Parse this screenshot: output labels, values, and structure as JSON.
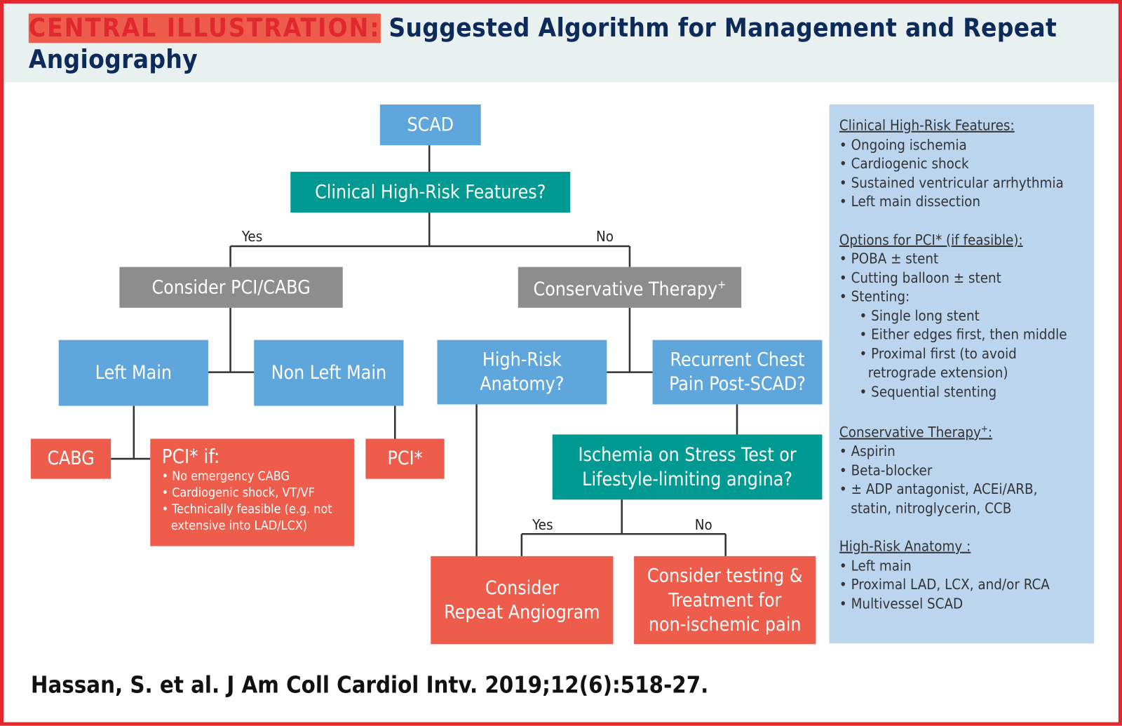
{
  "header": {
    "title_red": "CENTRAL ILLUSTRATION:",
    "title_rest": "Suggested Algorithm for Management and Repeat Angiography"
  },
  "flow": {
    "scad": "SCAD",
    "high_risk_q": "Clinical High-Risk Features?",
    "yes1": "Yes",
    "no1": "No",
    "consider_pci": "Consider PCI/CABG",
    "conservative": "Conservative Therapy",
    "conservative_sup": "+",
    "left_main": "Left Main",
    "non_left_main": "Non Left Main",
    "high_risk_anatomy_1": "High-Risk",
    "high_risk_anatomy_2": "Anatomy?",
    "recurrent_1": "Recurrent Chest",
    "recurrent_2": "Pain Post-SCAD?",
    "cabg": "CABG",
    "pci_if": {
      "heading": "PCI* if:",
      "items": [
        "• No emergency CABG",
        "• Cardiogenic shock, VT/VF",
        "• Technically feasible (e.g. not",
        "extensive into LAD/LCX)"
      ]
    },
    "pci": "PCI*",
    "ischemia_1": "Ischemia on Stress Test or",
    "ischemia_2": "Lifestyle-limiting angina?",
    "yes2": "Yes",
    "no2": "No",
    "repeat_1": "Consider",
    "repeat_2": "Repeat Angiogram",
    "testing_1": "Consider testing &",
    "testing_2": "Treatment for",
    "testing_3": "non-ischemic pain"
  },
  "side": {
    "s1_title": "Clinical High-Risk Features:",
    "s1": [
      "• Ongoing ischemia",
      "• Cardiogenic shock",
      "• Sustained ventricular arrhythmia",
      "• Left main dissection"
    ],
    "s2_title": "Options for PCI* (if feasible):",
    "s2": [
      "• POBA ± stent",
      "• Cutting balloon ± stent",
      "• Stenting:"
    ],
    "s2_sub": [
      "• Single long stent",
      "• Either edges first, then middle",
      "• Proximal first (to avoid",
      "retrograde extension)",
      "• Sequential stenting"
    ],
    "s3_title": "Conservative Therapy",
    "s3_sup": "+",
    "s3_colon": ":",
    "s3": [
      "• Aspirin",
      "• Beta-blocker",
      "• ± ADP antagonist, ACEi/ARB,",
      "statin, nitroglycerin, CCB"
    ],
    "s4_title": "High-Risk Anatomy :",
    "s4": [
      "• Left main",
      "• Proximal LAD, LCX, and/or RCA",
      "• Multivessel SCAD"
    ]
  },
  "citation": "Hassan, S. et al. J Am Coll Cardiol Intv. 2019;12(6):518-27.",
  "colors": {
    "border": "#e0282e",
    "title": "#0c2a5a",
    "blue": "#5ea6db",
    "teal": "#009a93",
    "grey": "#8d8d8d",
    "red": "#ee5c4b",
    "panel": "#bcd5ee"
  }
}
